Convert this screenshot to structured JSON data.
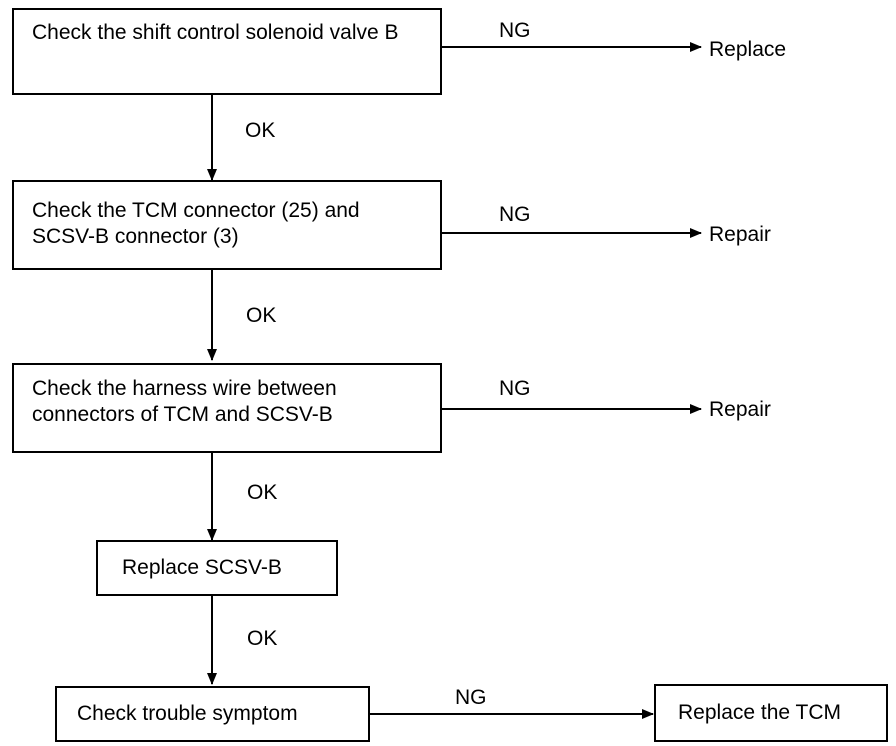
{
  "steps": [
    {
      "text": "Check the shift control solenoid valve B"
    },
    {
      "text": "Check the TCM connector (25) and SCSV-B connector (3)"
    },
    {
      "text": "Check the harness wire between connectors of TCM and SCSV-B"
    },
    {
      "text": "Replace SCSV-B"
    },
    {
      "text": "Check trouble symptom"
    }
  ],
  "outcomes": {
    "ok": "OK",
    "ng": "NG"
  },
  "results": {
    "step1": "Replace",
    "step2": "Repair",
    "step3": "Repair",
    "step5": "Replace the TCM"
  }
}
